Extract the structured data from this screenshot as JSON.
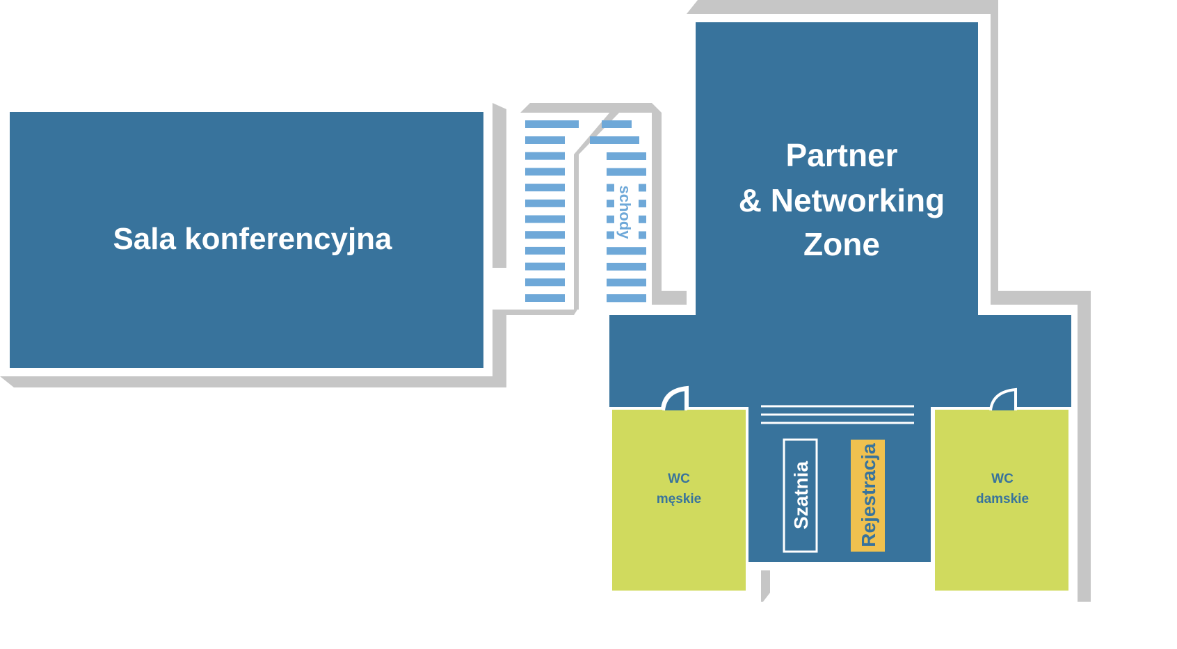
{
  "title": "Floor plan",
  "rooms": {
    "conference": {
      "label": "Sala konferencyjna"
    },
    "partner_zone": {
      "lines": [
        "Partner",
        "& Networking",
        "Zone"
      ]
    },
    "stairs": {
      "label": "schody"
    },
    "wc_men": {
      "lines": [
        "WC",
        "męskie"
      ]
    },
    "wc_women": {
      "lines": [
        "WC",
        "damskie"
      ]
    },
    "cloakroom": {
      "label": "Szatnia"
    },
    "registration": {
      "label": "Rejestracja"
    }
  },
  "colors": {
    "room_blue": "#38739c",
    "wc_green": "#d0da5e",
    "registration_yellow": "#f0c14f",
    "wall_gray": "#c6c6c6",
    "stairs_blue": "#6ea8d8"
  }
}
